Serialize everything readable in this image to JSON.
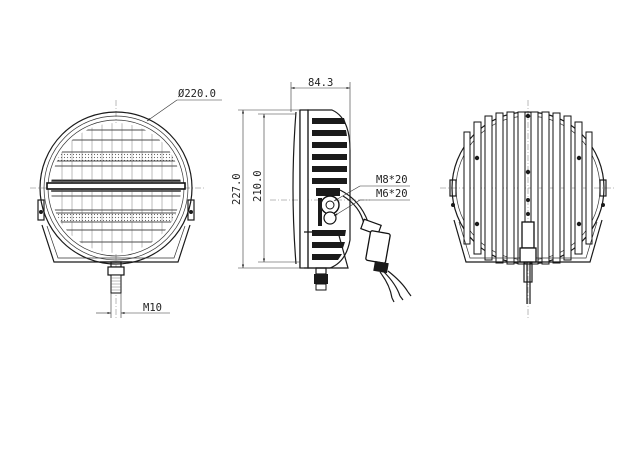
{
  "dimensions": {
    "diameter": "Ø220.0",
    "depth": "84.3",
    "height_total": "227.0",
    "height_body": "210.0",
    "bolt_main": "M10",
    "bolt_upper": "M8*20",
    "bolt_lower": "M6*20"
  }
}
